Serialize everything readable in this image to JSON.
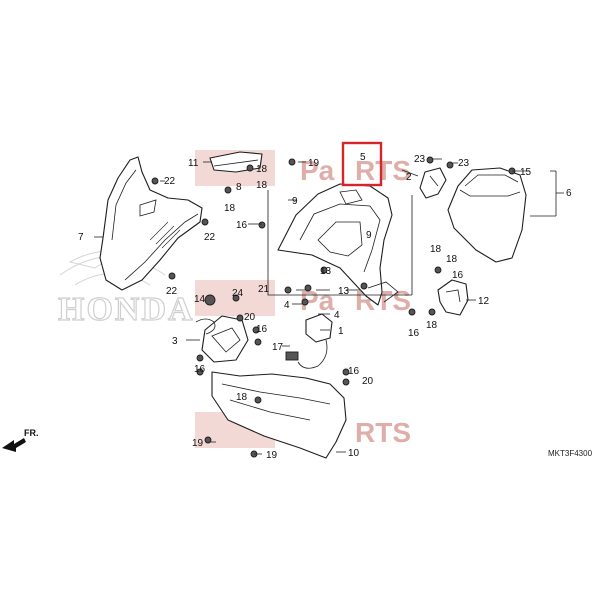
{
  "diagram": {
    "diagram_code": "MKT3F4300",
    "direction_marker": "FR.",
    "brand_watermark": "HONDA",
    "highlighted_part": "5",
    "highlight_color": "#d6262b",
    "watermark_color": "#e8b9b5",
    "labels": {
      "n1": "1",
      "n2": "2",
      "n3": "3",
      "n4a": "4",
      "n4b": "4",
      "n5": "5",
      "n6": "6",
      "n7": "7",
      "n8": "8",
      "n9a": "9",
      "n9b": "9",
      "n10": "10",
      "n11": "11",
      "n12": "12",
      "n13a": "13",
      "n13b": "13",
      "n14": "14",
      "n15": "15",
      "n16a": "16",
      "n16b": "16",
      "n16c": "16",
      "n16d": "16",
      "n16e": "16",
      "n16f": "16",
      "n17": "17",
      "n18a": "18",
      "n18b": "18",
      "n18c": "18",
      "n18d": "18",
      "n18e": "18",
      "n19a": "19",
      "n19b": "19",
      "n19c": "19",
      "n20a": "20",
      "n20b": "20",
      "n21": "21",
      "n22a": "22",
      "n22b": "22",
      "n22c": "22",
      "n23a": "23",
      "n23b": "23",
      "n24": "24"
    }
  }
}
